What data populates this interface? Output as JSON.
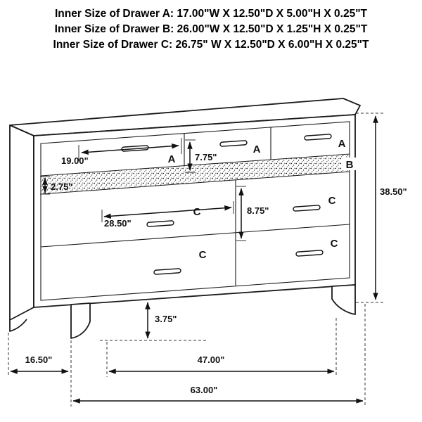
{
  "title": "Dresser dimension diagram",
  "header": {
    "lines": [
      "Inner Size of Drawer A: 17.00\"W X 12.50\"D X 5.00\"H X 0.25\"T",
      "Inner Size of Drawer B: 26.00\"W X 12.50\"D X 1.25\"H X 0.25\"T",
      "Inner Size of Drawer C: 26.75\" W X 12.50\"D X 6.00\"H X 0.25\"T"
    ]
  },
  "drawer_labels": {
    "a": "A",
    "b": "B",
    "c": "C"
  },
  "dimensions": {
    "drawer_a_width": "19.00\"",
    "drawer_a_height": "7.75\"",
    "drawer_b_height": "2.75\"",
    "drawer_c_width": "28.50\"",
    "drawer_c_height": "8.75\"",
    "overall_height": "38.50\"",
    "foot_height": "3.75\"",
    "overall_depth": "16.50\"",
    "leg_span": "47.00\"",
    "overall_width": "63.00\""
  },
  "colors": {
    "label_red": "#c40000",
    "line": "#1a1a1a"
  }
}
